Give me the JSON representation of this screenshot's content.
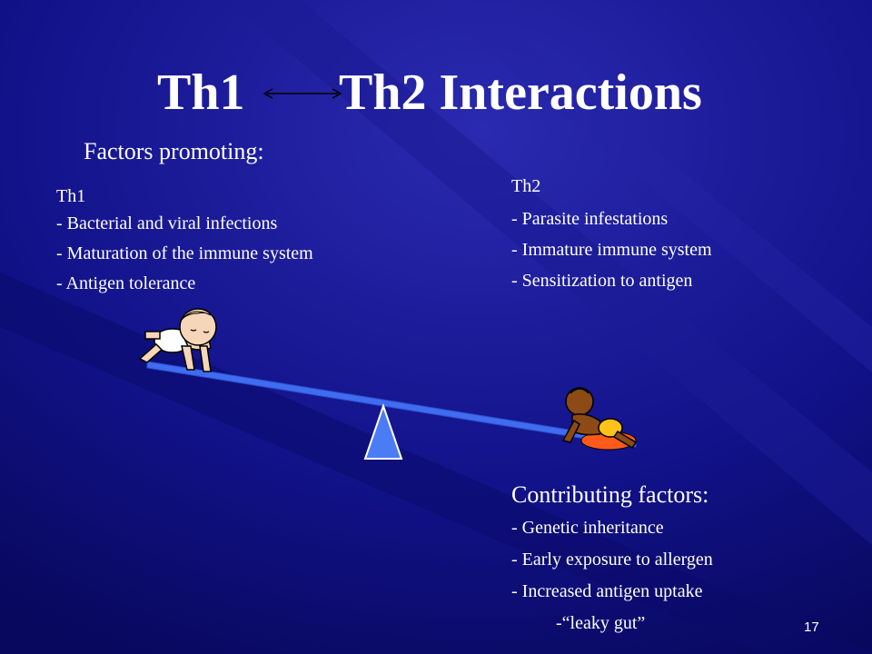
{
  "title": {
    "left": "Th1",
    "right": "Th2 Interactions"
  },
  "factors_heading": "Factors promoting:",
  "th1": {
    "label": "Th1",
    "items": [
      "- Bacterial and viral infections",
      "- Maturation of the immune system",
      "- Antigen tolerance"
    ]
  },
  "th2": {
    "label": "Th2",
    "items": [
      "- Parasite infestations",
      "- Immature immune system",
      "- Sensitization to antigen"
    ]
  },
  "contributing": {
    "heading": "Contributing factors:",
    "items": [
      "- Genetic inheritance",
      "- Early exposure to allergen",
      "- Increased antigen uptake"
    ],
    "sub_item": "-“leaky gut”"
  },
  "page_number": "17",
  "colors": {
    "background": "#0c0c7a",
    "seesaw_beam": "#3f6cf0",
    "fulcrum": "#4a7cf5"
  }
}
